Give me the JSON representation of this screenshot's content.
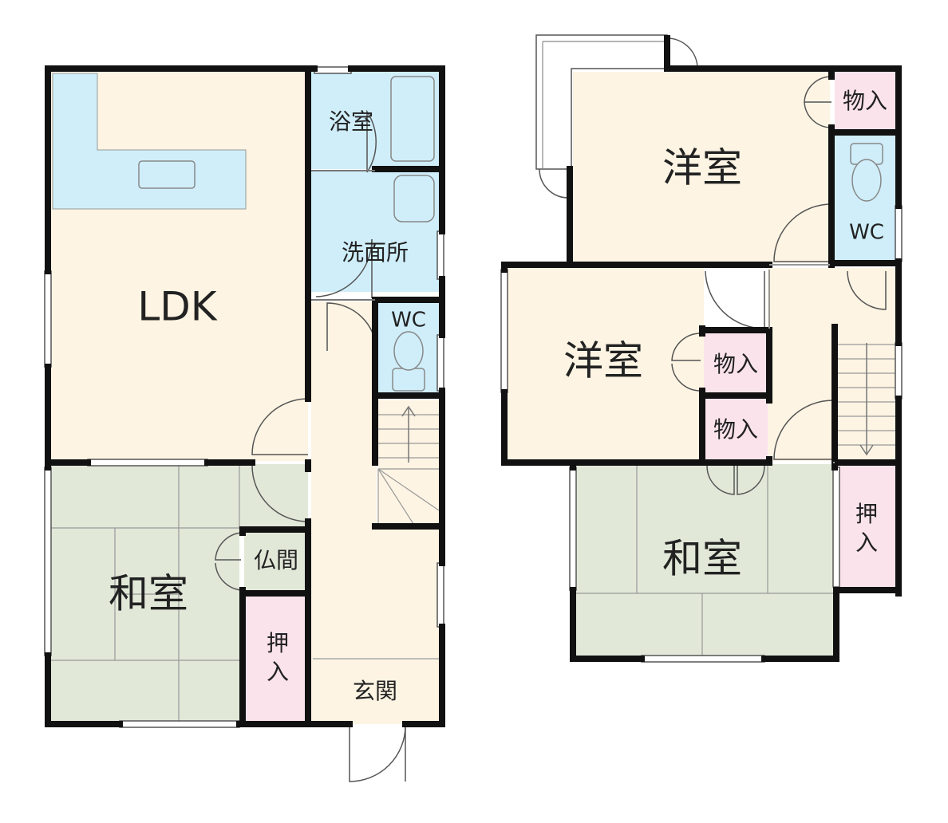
{
  "first_floor": {
    "ldk": "LDK",
    "bath": "浴室",
    "washroom": "洗面所",
    "wc": "WC",
    "japanese_room": "和室",
    "butsuma": "仏間",
    "oshiire": [
      "押",
      "入"
    ],
    "entrance": "玄関"
  },
  "second_floor": {
    "western_room_1": "洋室",
    "western_room_2": "洋室",
    "storage_1": "物入",
    "storage_2": "物入",
    "storage_3": "物入",
    "wc": "WC",
    "japanese_room": "和室",
    "oshiire": [
      "押",
      "入"
    ]
  },
  "colors": {
    "ldk_floor": "#fdf4e3",
    "kitchen": "#cfeefa",
    "wet_area": "#cfeefa",
    "tatami": "#e1e8d8",
    "closet": "#fbe3ec",
    "wall": "#111111"
  }
}
